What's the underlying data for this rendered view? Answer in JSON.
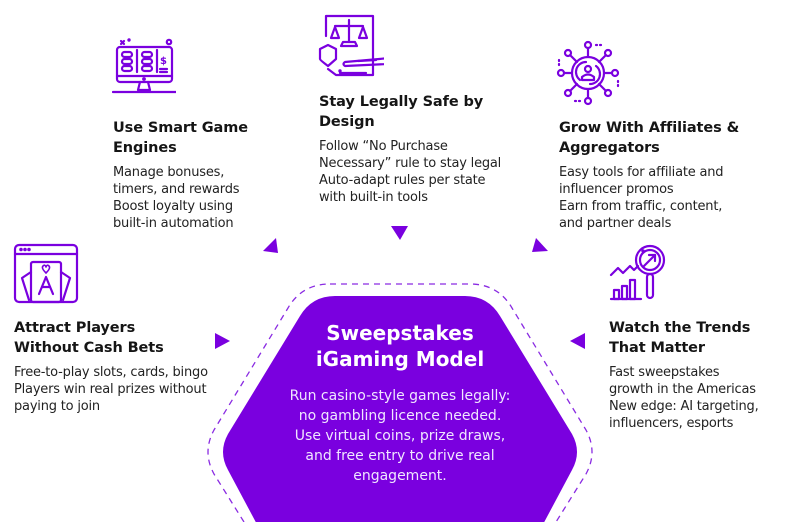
{
  "colors": {
    "accent": "#7A00DF",
    "dash": "#8A2BE2",
    "text": "#151515",
    "center_text": "#FFFFFF"
  },
  "center": {
    "title_lines": [
      "Sweepstakes",
      "iGaming Model"
    ],
    "desc_lines": [
      "Run casino-style games legally:",
      "no gambling licence needed.",
      "Use virtual coins, prize draws,",
      "and free entry to drive real",
      "engagement."
    ]
  },
  "features": {
    "smart_engines": {
      "icon": "slot-machine-monitor-icon",
      "title_lines": [
        "Use Smart Game",
        "Engines"
      ],
      "desc_lines": [
        "Manage bonuses,",
        "timers, and rewards",
        "Boost loyalty using",
        "built-in automation"
      ]
    },
    "legally_safe": {
      "icon": "legal-document-scales-icon",
      "title_lines": [
        "Stay Legally Safe by",
        "Design"
      ],
      "desc_lines": [
        "Follow “No Purchase",
        "Necessary” rule to stay legal",
        "Auto-adapt rules per state",
        "with built-in tools"
      ]
    },
    "affiliates": {
      "icon": "affiliate-network-icon",
      "title_lines": [
        "Grow With Affiliates &",
        "Aggregators"
      ],
      "desc_lines": [
        "Easy tools for affiliate and",
        "influencer promos",
        "Earn from traffic, content,",
        "and partner deals"
      ]
    },
    "attract_players": {
      "icon": "playing-cards-icon",
      "title_lines": [
        "Attract Players",
        "Without Cash Bets"
      ],
      "desc_lines": [
        "Free-to-play slots, cards, bingo",
        "Players win real prizes without",
        "paying to join"
      ]
    },
    "trends": {
      "icon": "trend-analysis-icon",
      "title_lines": [
        "Watch the Trends",
        "That Matter"
      ],
      "desc_lines": [
        "Fast sweepstakes",
        "growth in the Americas",
        "New edge: AI targeting,",
        "influencers, esports"
      ]
    }
  }
}
